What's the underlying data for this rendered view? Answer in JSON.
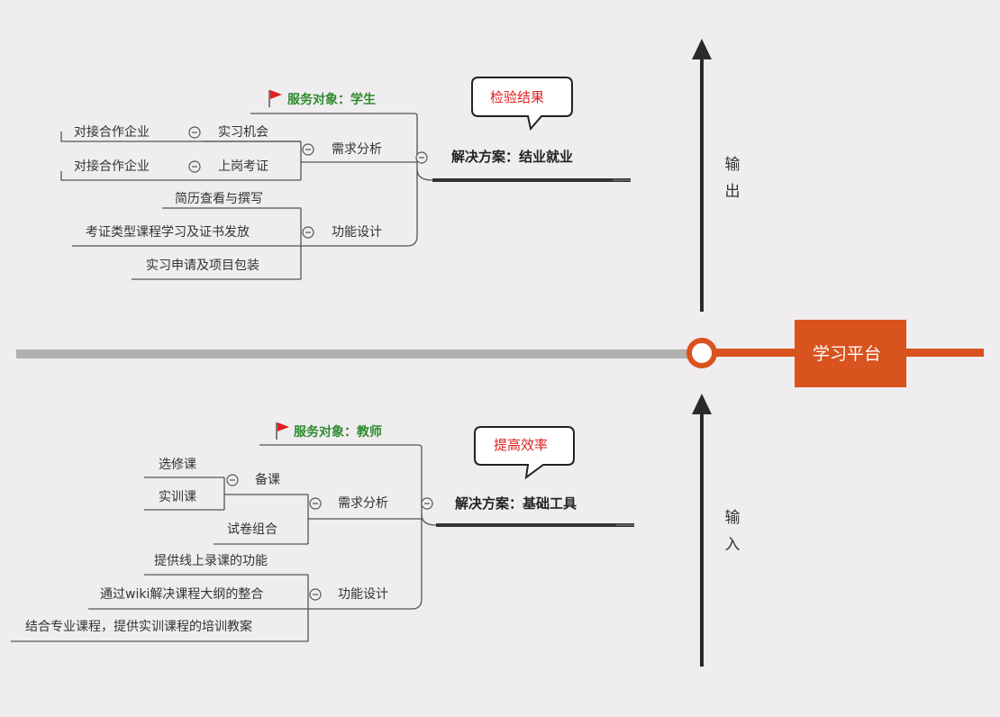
{
  "platform": {
    "label": "学习平台",
    "color": "#d9531e"
  },
  "output": {
    "label": "输出"
  },
  "input": {
    "label": "输入"
  },
  "student": {
    "solution": "解决方案：结业就业",
    "callout": "检验结果",
    "target": "服务对象：学生",
    "needs": {
      "label": "需求分析",
      "items": [
        {
          "label": "实习机会",
          "child": "对接合作企业"
        },
        {
          "label": "上岗考证",
          "child": "对接合作企业"
        }
      ]
    },
    "functions": {
      "label": "功能设计",
      "items": [
        "简历查看与撰写",
        "考证类型课程学习及证书发放",
        "实习申请及项目包装"
      ]
    }
  },
  "teacher": {
    "solution": "解决方案：基础工具",
    "callout": "提高效率",
    "target": "服务对象：教师",
    "needs": {
      "label": "需求分析",
      "prep": {
        "label": "备课",
        "children": [
          "选修课",
          "实训课"
        ]
      },
      "exam": "试卷组合"
    },
    "functions": {
      "label": "功能设计",
      "items": [
        "提供线上录课的功能",
        "通过wiki解决课程大纲的整合",
        "结合专业课程，提供实训课程的培训教案"
      ]
    }
  },
  "colors": {
    "branch": "#555555",
    "timeline": "#b0b0b0",
    "accent": "#d9531e",
    "target_green": "#2e8b2e",
    "callout_red": "#e0201f"
  },
  "icons": [
    "flag-icon",
    "collapse-toggle-icon",
    "arrow-up-icon"
  ]
}
